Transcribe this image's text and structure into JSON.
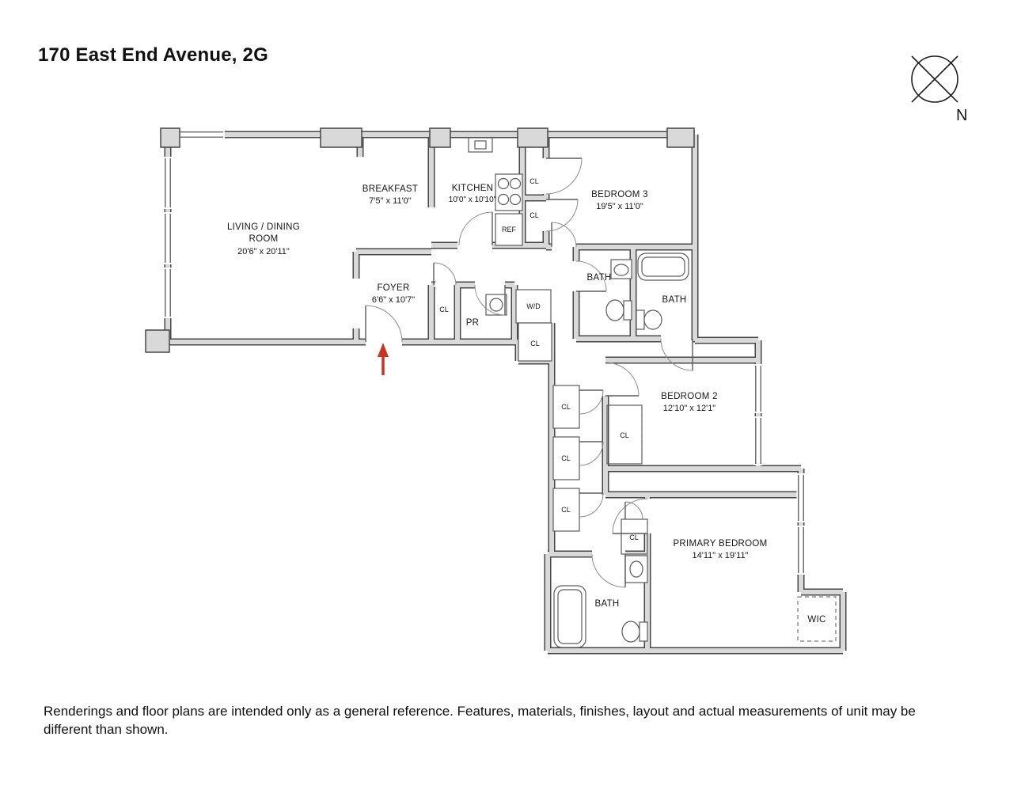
{
  "header": {
    "title": "170 East End Avenue, 2G"
  },
  "compass": {
    "north_label": "N"
  },
  "floorplan": {
    "rooms": {
      "living_dining": {
        "name_line1": "LIVING / DINING",
        "name_line2": "ROOM",
        "dims": "20'6\" x 20'11\""
      },
      "breakfast": {
        "name": "BREAKFAST",
        "dims": "7'5\" x 11'0\""
      },
      "kitchen": {
        "name": "KITCHEN",
        "dims": "10'0\" x 10'10\""
      },
      "bedroom3": {
        "name": "BEDROOM 3",
        "dims": "19'5\" x 11'0\""
      },
      "bedroom2": {
        "name": "BEDROOM 2",
        "dims": "12'10\" x 12'1\""
      },
      "primary_bedroom": {
        "name": "PRIMARY BEDROOM",
        "dims": "14'11\" x 19'11\""
      },
      "foyer": {
        "name": "FOYER",
        "dims": "6'6\" x 10'7\""
      },
      "bath": {
        "name": "BATH"
      },
      "powder_room": {
        "name": "PR"
      },
      "washer_dryer": {
        "name": "W/D"
      },
      "refrigerator": {
        "name": "REF"
      },
      "closet": {
        "name": "CL"
      },
      "walk_in_closet": {
        "name": "WIC"
      }
    }
  },
  "footer": {
    "disclaimer": "Renderings and floor plans are intended only as a general reference. Features, materials, finishes, layout and actual measurements of unit may be different than shown."
  },
  "colors": {
    "wall_fill": "#d9d9d9",
    "wall_edge": "#474747",
    "entry_arrow": "#c8341f",
    "background": "#ffffff"
  }
}
